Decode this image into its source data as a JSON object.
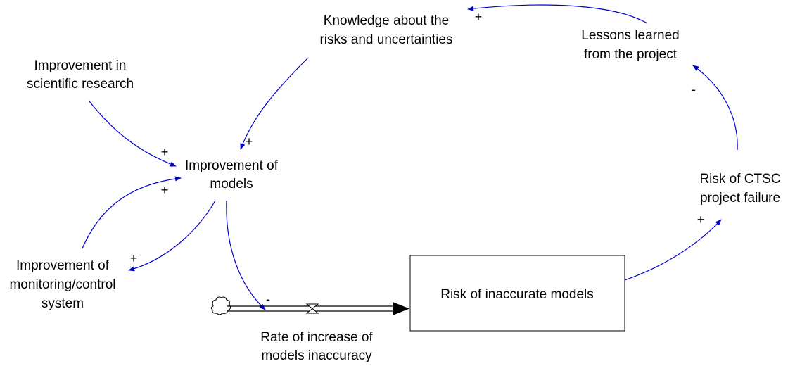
{
  "colors": {
    "link": "#0000cc",
    "text": "#000000",
    "pipe": "#000000"
  },
  "nodes": {
    "knowledge": [
      "Knowledge about the",
      "risks and uncertainties"
    ],
    "lessons": [
      "Lessons learned",
      "from the project"
    ],
    "research": [
      "Improvement in",
      "scientific research"
    ],
    "models": [
      "Improvement of",
      "models"
    ],
    "risk_ctsc": [
      "Risk of CTSC",
      "project failure"
    ],
    "monitoring": [
      "Improvement of",
      "monitoring/control",
      "system"
    ],
    "stock": "Risk of inaccurate models",
    "rate": [
      "Rate of increase of",
      "models inaccuracy"
    ]
  },
  "links": [
    {
      "id": "lessons-to-knowledge",
      "from": "Lessons learned from the project",
      "to": "Knowledge about the risks and uncertainties",
      "polarity": "+"
    },
    {
      "id": "knowledge-to-models",
      "from": "Knowledge about the risks and uncertainties",
      "to": "Improvement of models",
      "polarity": "+"
    },
    {
      "id": "research-to-models",
      "from": "Improvement in scientific research",
      "to": "Improvement of models",
      "polarity": "+"
    },
    {
      "id": "monitoring-to-models",
      "from": "Improvement of monitoring/control system",
      "to": "Improvement of models",
      "polarity": "+"
    },
    {
      "id": "models-to-monitoring",
      "from": "Improvement of models",
      "to": "Improvement of monitoring/control system",
      "polarity": "+"
    },
    {
      "id": "models-to-rate",
      "from": "Improvement of models",
      "to": "Rate of increase of models inaccuracy",
      "polarity": "-"
    },
    {
      "id": "stock-to-ctsc",
      "from": "Risk of inaccurate models",
      "to": "Risk of CTSC project failure",
      "polarity": "+"
    },
    {
      "id": "ctsc-to-lessons",
      "from": "Risk of CTSC project failure",
      "to": "Lessons learned from the project",
      "polarity": "-"
    }
  ]
}
